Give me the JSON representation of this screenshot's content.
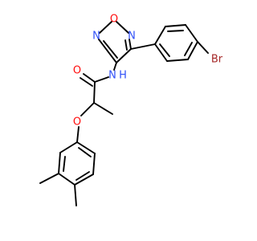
{
  "molecule": {
    "atoms": {
      "o_furazan": {
        "symbol": "O",
        "color": "#ff0d0d"
      },
      "n_furazan_top": {
        "symbol": "N",
        "color": "#3050f8"
      },
      "n_furazan_left": {
        "symbol": "N",
        "color": "#3050f8"
      },
      "br": {
        "symbol": "Br",
        "color": "#a62929"
      },
      "o_carbonyl": {
        "symbol": "O",
        "color": "#ff0d0d"
      },
      "n_amide": {
        "symbol": "N",
        "color": "#3050f8"
      },
      "h_amide": {
        "symbol": "H",
        "color": "#3050f8"
      },
      "o_ether": {
        "symbol": "O",
        "color": "#ff0d0d"
      }
    },
    "colors": {
      "bond": "#000000",
      "background": "#ffffff"
    }
  }
}
